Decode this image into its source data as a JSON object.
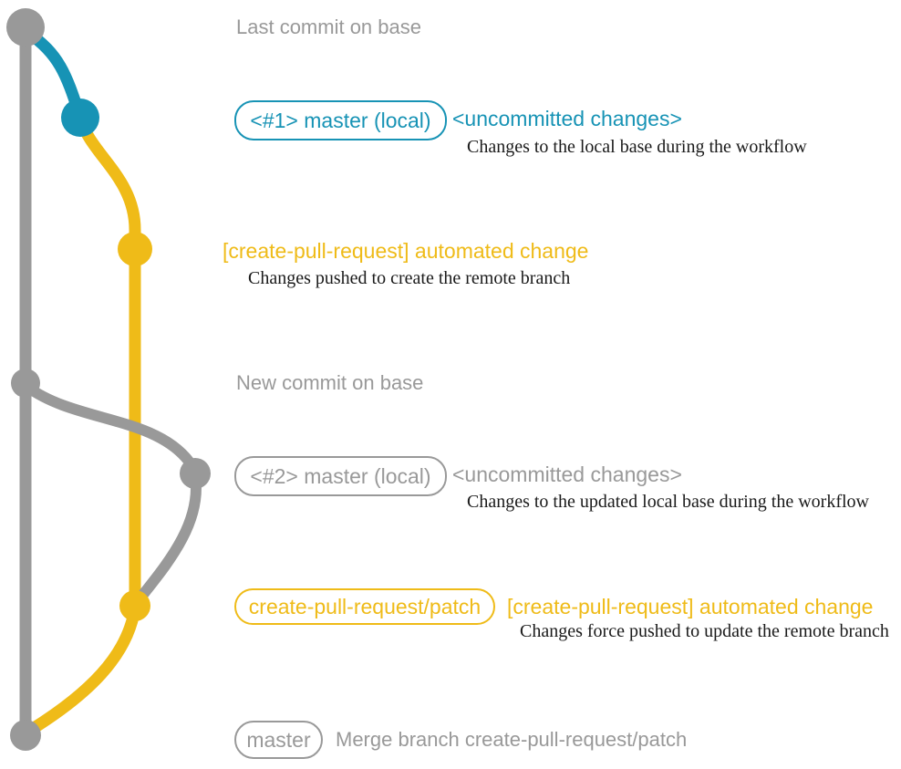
{
  "colors": {
    "gray": "#999999",
    "blue": "#1793b5",
    "yellow": "#efbb18",
    "ink": "#1a1a1a"
  },
  "graph": {
    "base_branch": "base",
    "nodes": [
      "last-commit-on-base",
      "local-master-1-commit",
      "create-pull-request-push-commit",
      "new-commit-on-base",
      "local-master-2-commit",
      "create-pull-request-force-push-commit",
      "merge-commit"
    ]
  },
  "annotations": {
    "last_commit": "Last commit on base",
    "box1": "<#1> master (local)",
    "uncommitted1": "<uncommitted changes>",
    "desc1": "Changes to the local base during the workflow",
    "auto1": "[create-pull-request] automated change",
    "desc_auto1": "Changes pushed to create the remote branch",
    "new_commit": "New commit on base",
    "box2": "<#2> master (local)",
    "uncommitted2": "<uncommitted changes>",
    "desc2": "Changes to the updated local base during the workflow",
    "box3": "create-pull-request/patch",
    "auto2": "[create-pull-request] automated change",
    "desc_auto2": "Changes force pushed to update the remote branch",
    "box4": "master",
    "merge": "Merge branch create-pull-request/patch"
  }
}
